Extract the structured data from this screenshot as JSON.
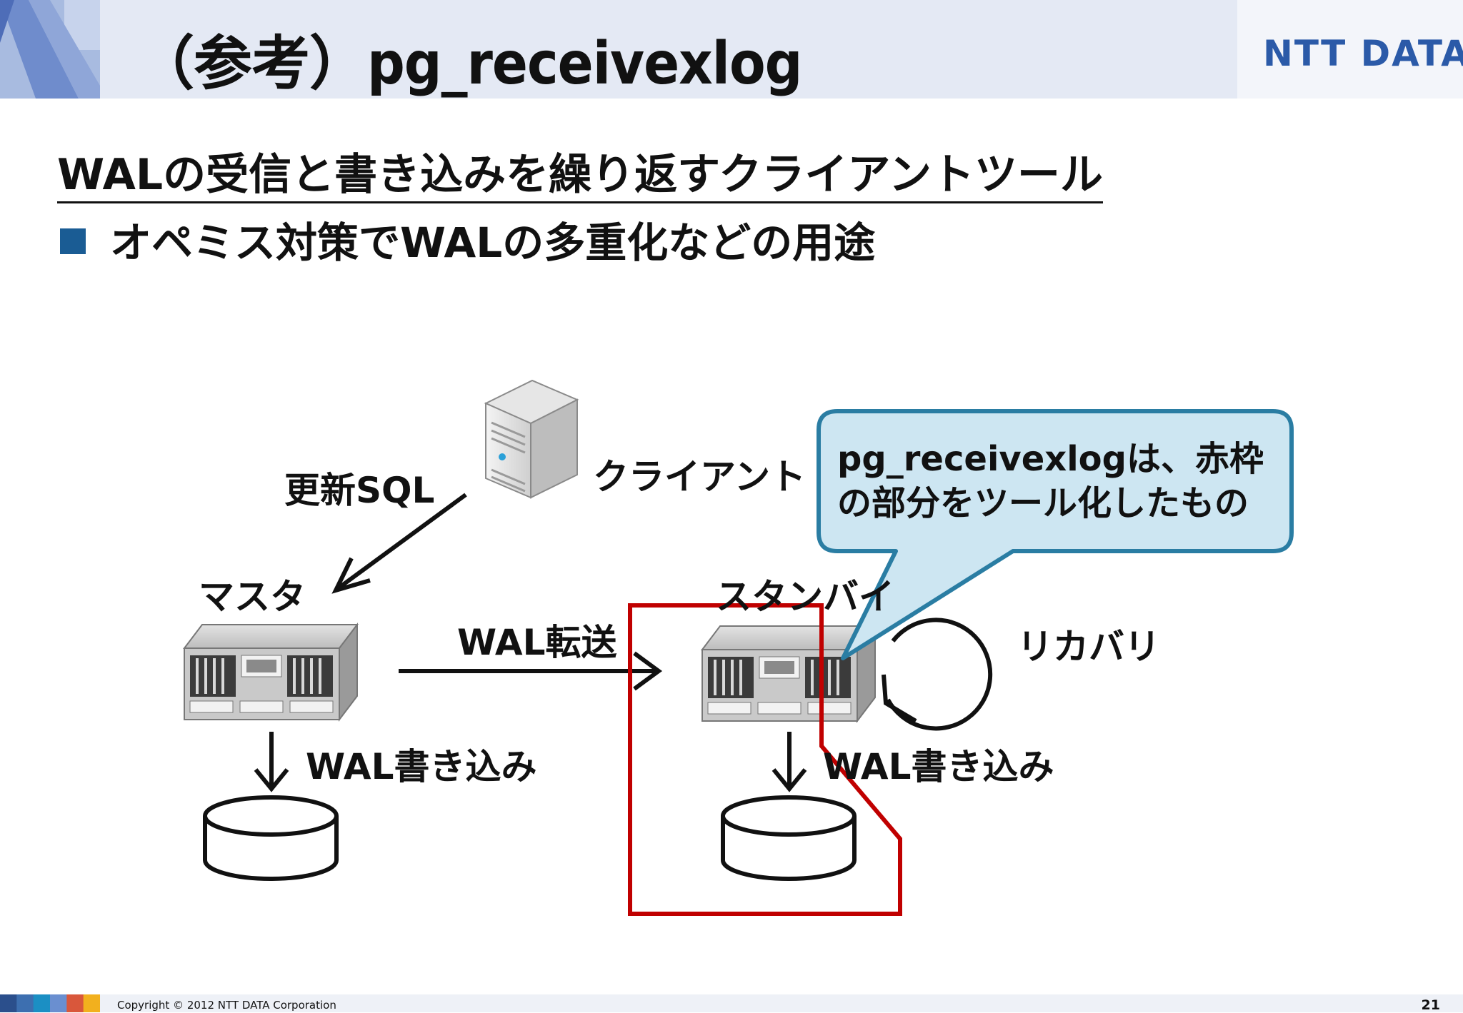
{
  "slide": {
    "title": "（参考）pg_receivexlog",
    "logo": "NTT DATA",
    "subtitle": "WALの受信と書き込みを繰り返すクライアントツール",
    "bullet": "オペミス対策でWALの多重化などの用途"
  },
  "diagram": {
    "client_label": "クライアント",
    "update_sql_label": "更新SQL",
    "master_label": "マスタ",
    "standby_label": "スタンバイ",
    "wal_transfer_label": "WAL転送",
    "recovery_label": "リカバリ",
    "master_wal_write_label": "WAL書き込み",
    "standby_wal_write_label": "WAL書き込み",
    "callout_text": "pg_receivexlogは、赤枠の部分をツール化したもの",
    "highlight_color": "#c00000",
    "callout_fill": "#cde6f2",
    "callout_border": "#2a7da3"
  },
  "footer": {
    "copyright": "Copyright © 2012 NTT DATA Corporation",
    "page_number": "21",
    "color_strip": [
      "#2b4f8c",
      "#3d6fb0",
      "#1b8fc4",
      "#6a8fd0",
      "#d9573b",
      "#f2b01e"
    ]
  }
}
